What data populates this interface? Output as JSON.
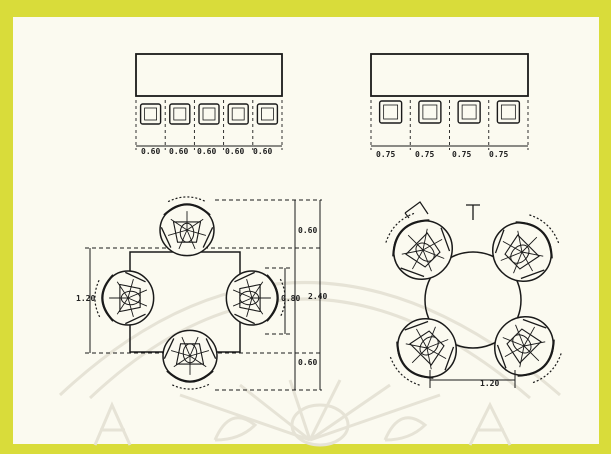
{
  "drawing": {
    "top_left_widths": [
      "0.60",
      "0.60",
      "0.60",
      "0.60",
      "0.60"
    ],
    "top_right_widths": [
      "0.75",
      "0.75",
      "0.75",
      "0.75"
    ],
    "bottom_left": {
      "top_offset": "0.60",
      "center_gap": "0.80",
      "bottom_offset": "0.60",
      "overall_height": "2.40",
      "table_depth": "1.20"
    },
    "bottom_right": {
      "table_span": "1.20"
    }
  },
  "colors": {
    "frame": "#d9dc3a",
    "paper": "#fbfaf0",
    "ink": "#1a1a1a",
    "watermark": "#e6e3d6"
  }
}
